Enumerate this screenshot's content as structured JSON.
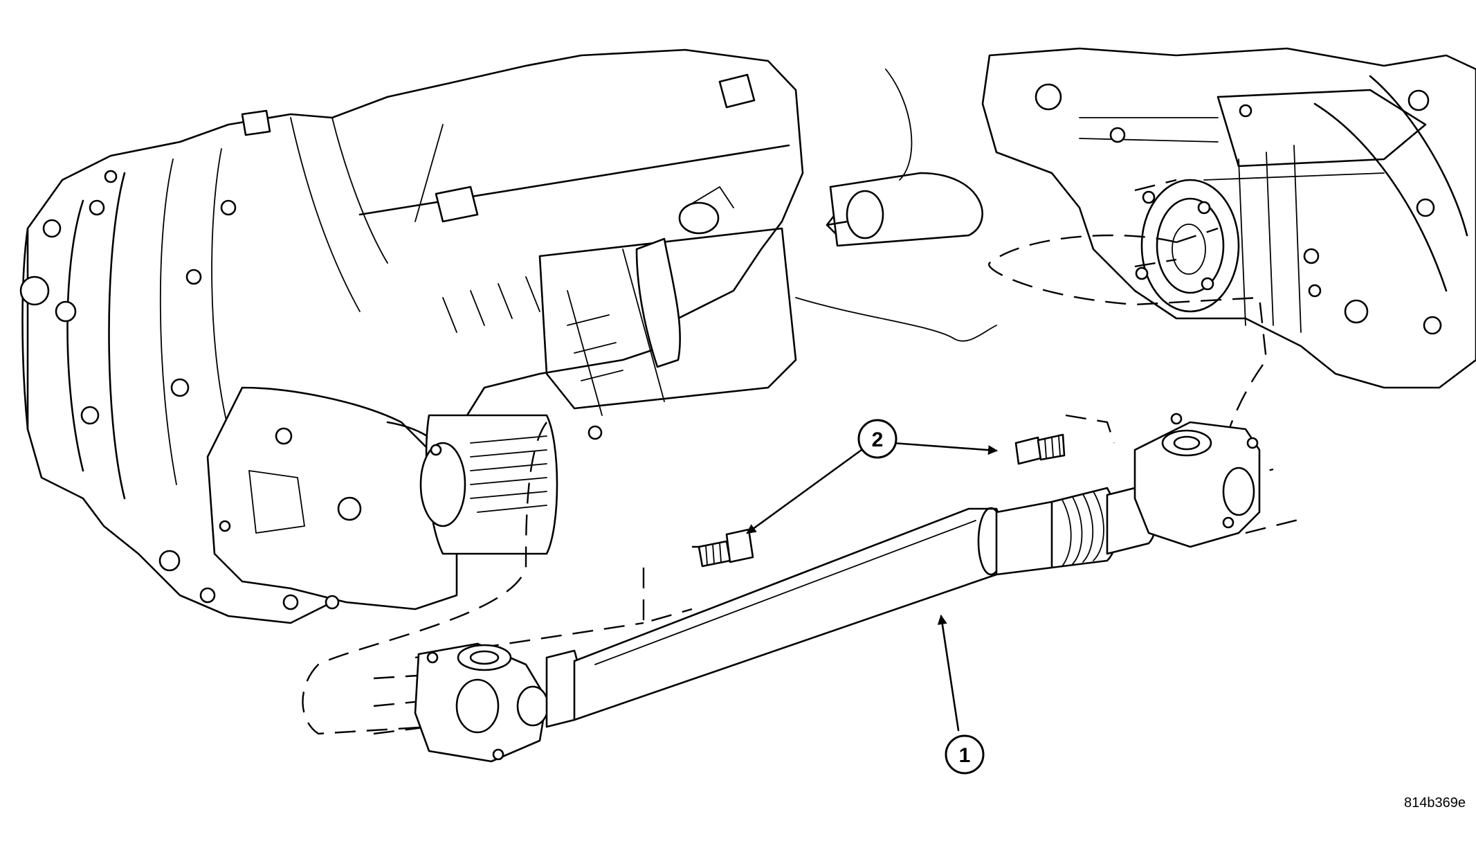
{
  "callouts": [
    {
      "number": "1"
    },
    {
      "number": "2"
    }
  ],
  "figure_code": "814b369e",
  "colors": {
    "ink": "#000000",
    "paper": "#ffffff"
  }
}
